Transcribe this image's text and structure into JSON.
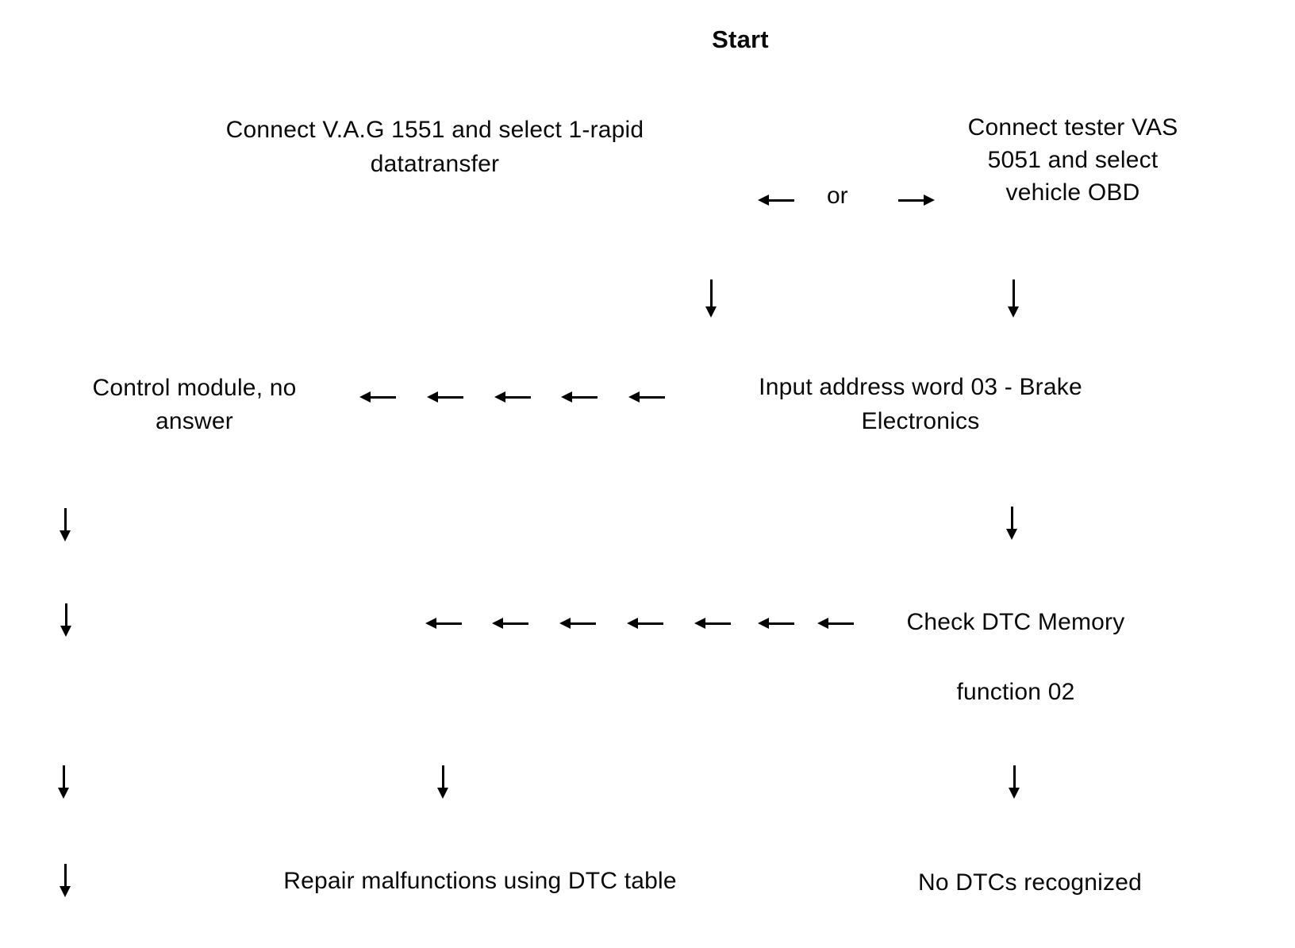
{
  "page": {
    "background": "#ffffff",
    "text_color": "#0a0a0a"
  },
  "flowchart": {
    "start_label": "Start",
    "connector_or_label": "or",
    "nodes": {
      "connect_vag_1551": "Connect V.A.G 1551 and select 1-rapid datatransfer",
      "connect_vas_5051": "Connect tester VAS 5051 and select vehicle OBD",
      "control_module_no_answer": "Control module, no answer",
      "input_address_word": "Input address word 03 - Brake Electronics",
      "check_dtc_memory": "Check DTC Memory",
      "function_02": "function 02",
      "repair_malfunctions": "Repair malfunctions using DTC table",
      "no_dtcs_recognized": "No DTCs recognized"
    },
    "icons": {
      "arrow_left": "left-arrow",
      "arrow_right": "right-arrow",
      "arrow_down": "down-arrow"
    }
  }
}
